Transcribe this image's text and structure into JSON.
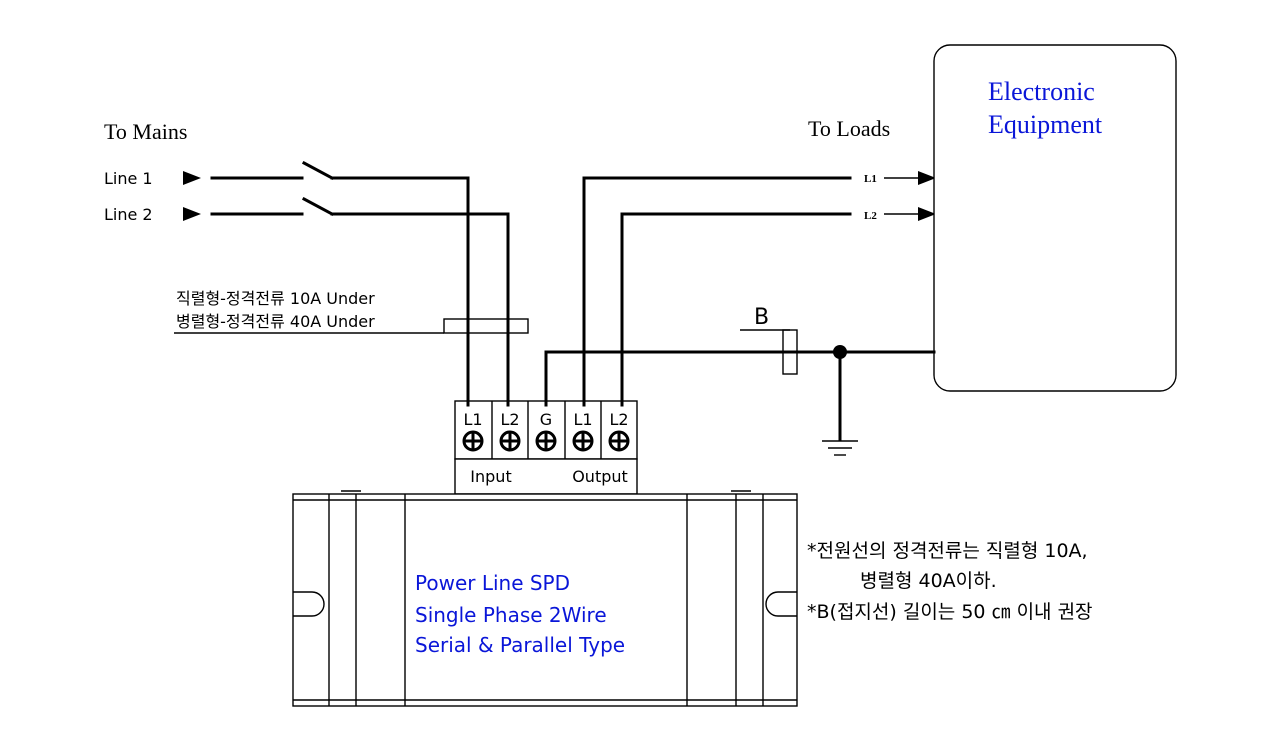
{
  "diagram": {
    "mains": {
      "title": "To Mains",
      "lines": [
        "Line 1",
        "Line 2"
      ]
    },
    "loads": {
      "title": "To Loads",
      "lines": [
        "L1",
        "L2"
      ]
    },
    "equipment": {
      "title_line1": "Electronic",
      "title_line2": "Equipment"
    },
    "current_note": {
      "line1": "직렬형-정격전류 10A Under",
      "line2": "병렬형-정격전류 40A Under"
    },
    "ground_wire_label": "B",
    "terminals": {
      "labels": [
        "L1",
        "L2",
        "G",
        "L1",
        "L2"
      ],
      "input_label": "Input",
      "output_label": "Output"
    },
    "spd": {
      "line1": "Power Line SPD",
      "line2": "Single Phase 2Wire",
      "line3": "Serial & Parallel Type"
    },
    "notes": {
      "line1": "*전원선의 정격전류는 직렬형 10A,",
      "line2": "병렬형 40A이하.",
      "line3": "*B(접지선) 길이는 50 ㎝ 이내 권장"
    },
    "colors": {
      "text_blue": "#0a16d8",
      "line": "#000000"
    }
  }
}
